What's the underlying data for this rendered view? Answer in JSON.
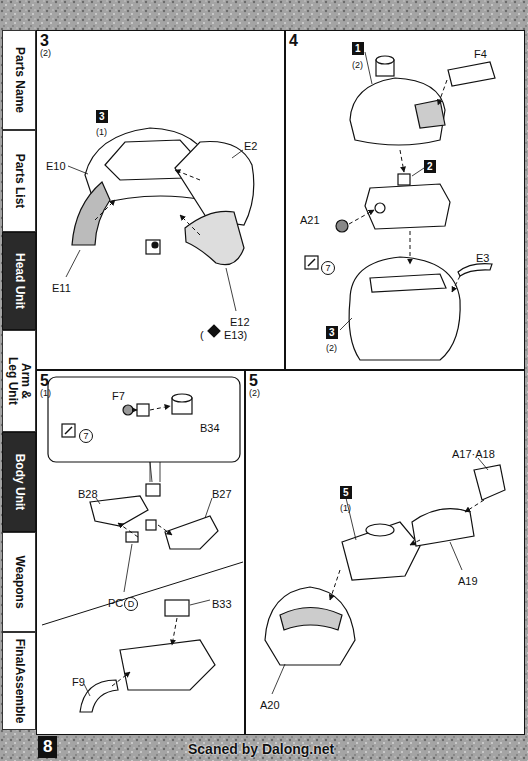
{
  "diagram": {
    "nodes": [
      {
        "text": [
          "Parts Name"
        ]
      },
      {
        "text": [
          "Parts List"
        ]
      },
      {
        "text": [
          "Head Unit"
        ]
      },
      {
        "text": [
          "Arm & Leg Unit"
        ]
      },
      {
        "text": [
          "Body Unit"
        ]
      },
      {
        "text": [
          "Weapons"
        ]
      },
      {
        "text": [
          "FinalAssemble"
        ]
      },
      {
        "text": [
          "3",
          "(2)"
        ]
      },
      {
        "text": [
          "4"
        ]
      },
      {
        "text": [
          "5",
          "(1)"
        ]
      },
      {
        "text": [
          "5",
          "(2)"
        ]
      }
    ],
    "labels": [
      "3",
      "(1)",
      "E2",
      "E10",
      "E11",
      "E12",
      "(",
      "E13)",
      "1",
      "(2)",
      "F4",
      "2",
      "A21",
      "7",
      "E3",
      "3",
      "(2)",
      "F7",
      "B34",
      "7",
      "B28",
      "B27",
      "PC",
      "D",
      "B33",
      "F9",
      "5",
      "(1)",
      "A17·A18",
      "A19",
      "A20",
      "Scaned by Dalong.net",
      "8"
    ]
  }
}
